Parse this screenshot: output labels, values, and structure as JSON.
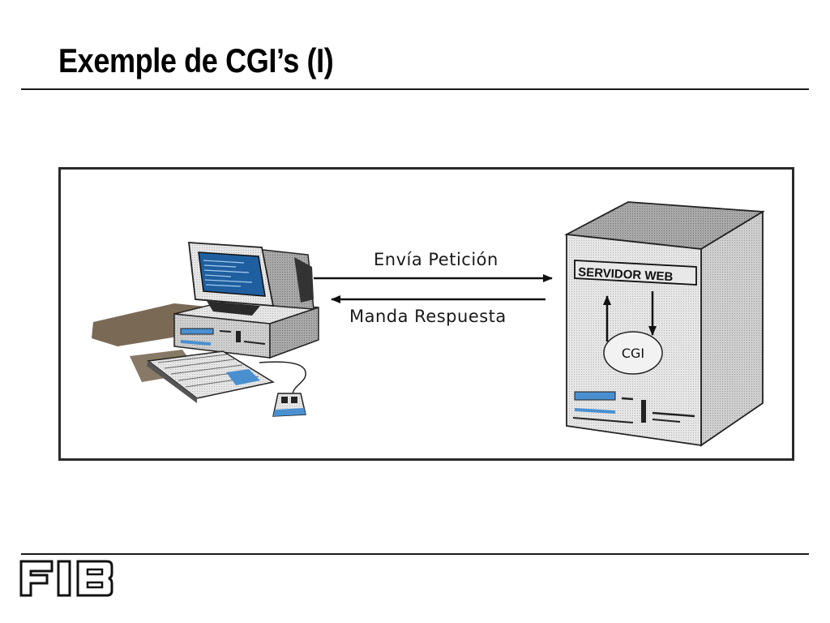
{
  "slide": {
    "title": "Exemple de CGI’s (I)"
  },
  "diagram": {
    "request_label": "Envía Petición",
    "response_label": "Manda Respuesta",
    "server_label": "SERVIDOR WEB",
    "cgi_label": "CGI"
  },
  "footer": {
    "logo_text": "FIB"
  },
  "colors": {
    "screen_blue": "#1f5f9f",
    "accent_blue": "#4a90d0",
    "shadow": "#7a6a55",
    "rule": "#1a1a1a"
  }
}
